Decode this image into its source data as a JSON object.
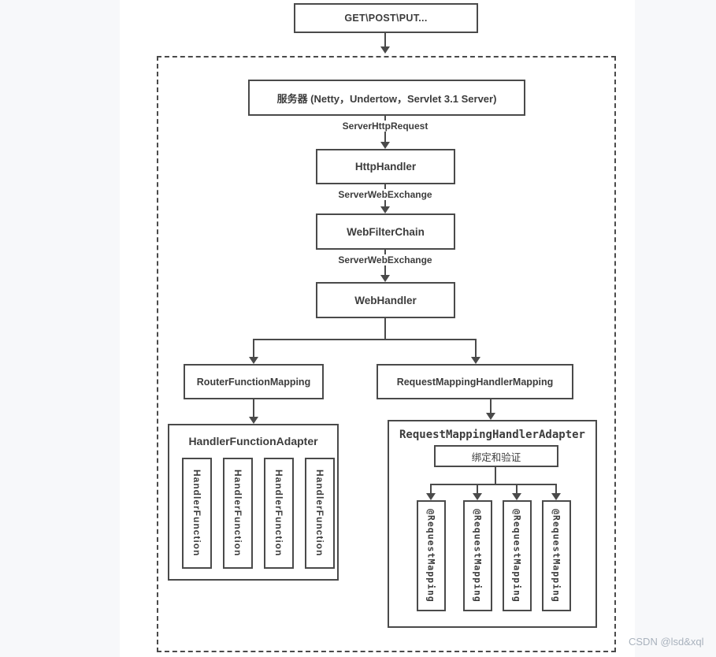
{
  "flow": {
    "request": "GET\\POST\\PUT...",
    "server": "服务器 (Netty，Undertow，Servlet 3.1 Server)",
    "server_http_request": "ServerHttpRequest",
    "http_handler": "HttpHandler",
    "server_web_exchange_a": "ServerWebExchange",
    "web_filter_chain": "WebFilterChain",
    "server_web_exchange_b": "ServerWebExchange",
    "web_handler": "WebHandler",
    "router_function_mapping": "RouterFunctionMapping",
    "request_mapping_handler_mapping": "RequestMappingHandlerMapping"
  },
  "handler_function_adapter": {
    "title": "HandlerFunctionAdapter",
    "items": [
      "HandlerFunction",
      "HandlerFunction",
      "HandlerFunction",
      "HandlerFunction"
    ]
  },
  "request_mapping_handler_adapter": {
    "title": "RequestMappingHandlerAdapter",
    "binding": "绑定和验证",
    "items": [
      "@RequestMapping",
      "@RequestMapping",
      "@RequestMapping",
      "@RequestMapping"
    ]
  },
  "watermark": {
    "text": "CSDN @lsd&xql"
  },
  "colors": {
    "line": "#4a4a4a",
    "text": "#3c3c3c",
    "page_background": "#f7f8fa",
    "canvas_background": "#ffffff",
    "watermark": "#a9b2bd"
  }
}
